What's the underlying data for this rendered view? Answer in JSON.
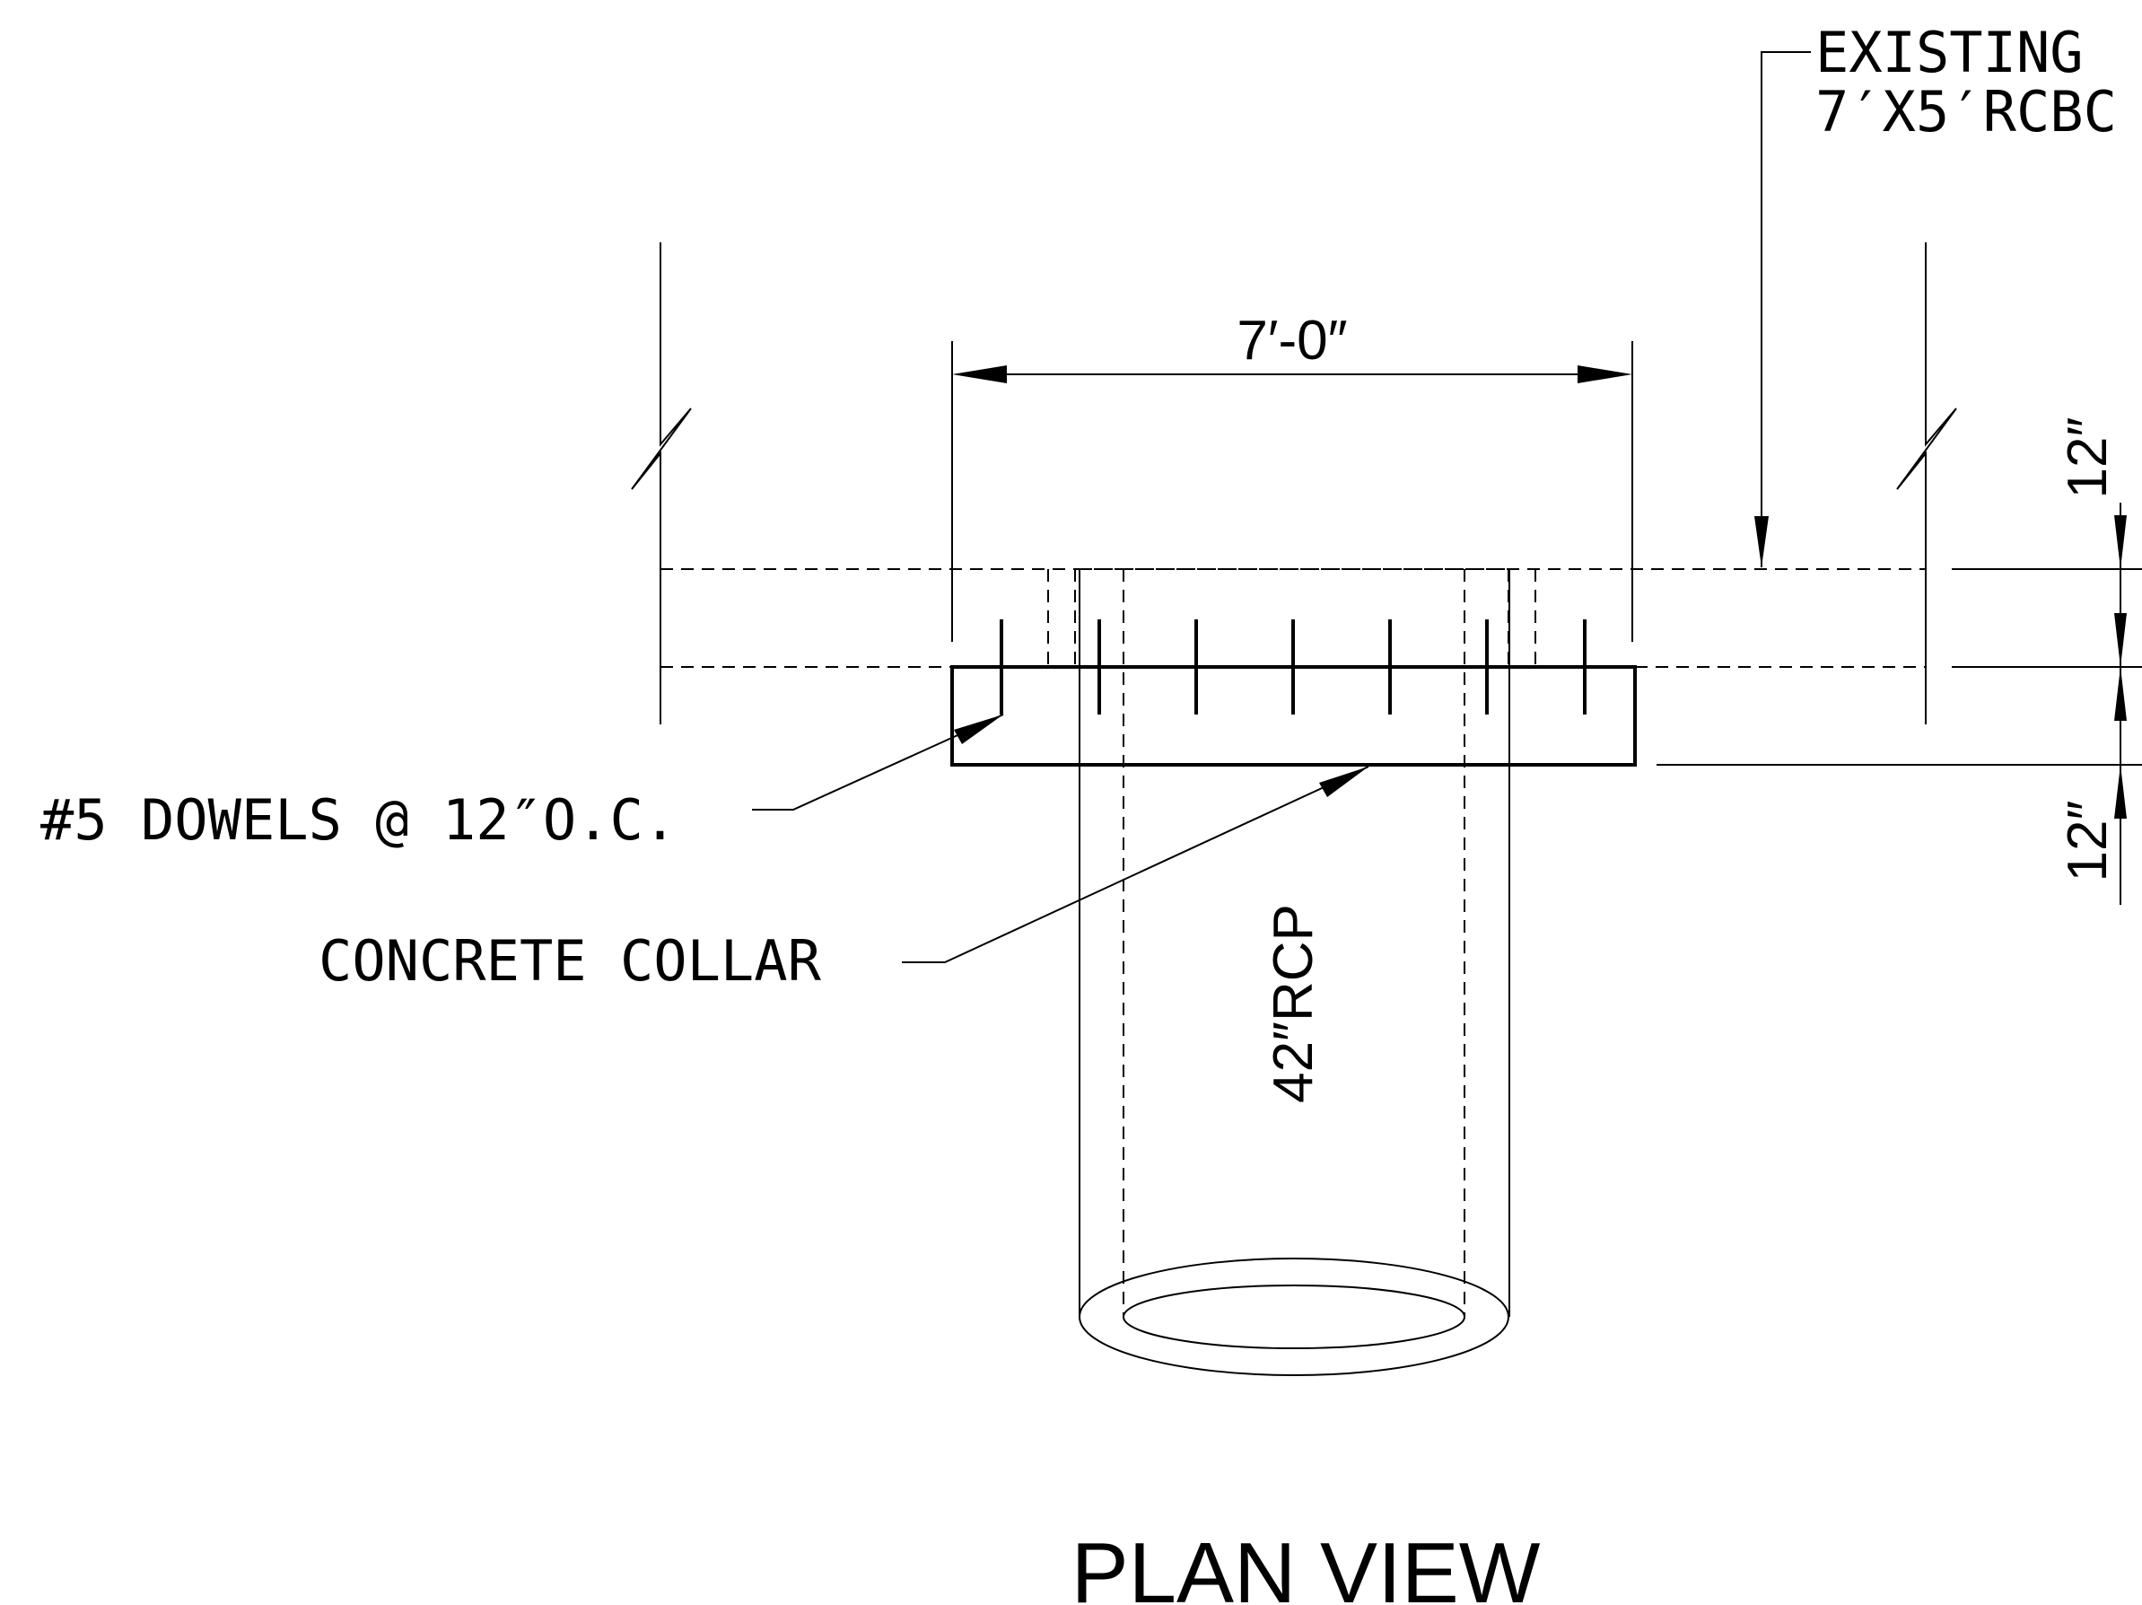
{
  "labels": {
    "existing_line1": "EXISTING",
    "existing_line2": "7′X5′RCBC",
    "width_dim": "7′-0″",
    "top_dim": "12″",
    "bottom_dim": "12″",
    "dowels": "#5 DOWELS @ 12″O.C.",
    "collar": "CONCRETE COLLAR",
    "pipe": "42″RCP",
    "view_title": "PLAN VIEW"
  }
}
